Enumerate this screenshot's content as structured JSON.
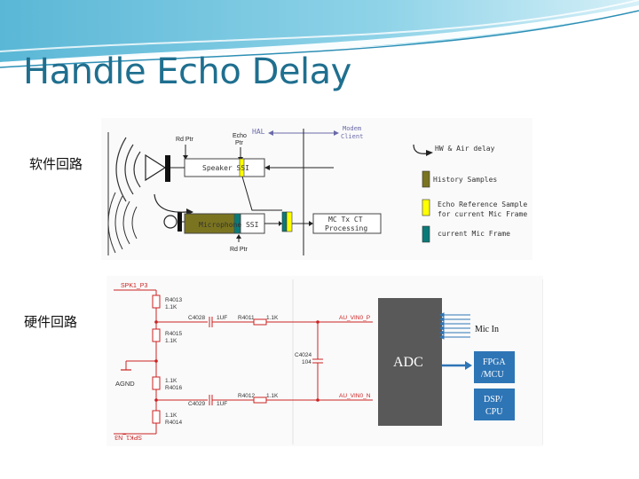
{
  "slide": {
    "title": "Handle Echo Delay",
    "software_label": "软件回路",
    "hardware_label": "硬件回路"
  },
  "software_diagram": {
    "rd_ptr_top": "Rd Ptr",
    "echo_ptr_line1": "Echo",
    "echo_ptr_line2": "Ptr",
    "hal": "HAL",
    "modem_line1": "Modem",
    "modem_line2": "Client",
    "speaker_ssi": "Speaker SSI",
    "microphone_ssi": "Microphone SSI",
    "mc_line1": "MC Tx CT",
    "mc_line2": "Processing",
    "rd_ptr_bottom": "Rd Ptr",
    "legend": {
      "hw_air_delay": "HW & Air delay",
      "history_samples": "History Samples",
      "echo_ref_line1": "Echo Reference Sample",
      "echo_ref_line2": "for current Mic Frame",
      "current_mic_frame": "current Mic Frame"
    },
    "colors": {
      "history": "#7a7420",
      "echo_ref": "#ffff00",
      "current_mic": "#0a7a78"
    }
  },
  "hardware_diagram": {
    "spk_top": "SPK1_P3",
    "spk_bottom": "SPK1_N3",
    "r4013": "R4013",
    "r4013_val": "1.1K",
    "r4015": "R4015",
    "r4015_val": "1.1K",
    "r4016_val": "1.1K",
    "r4016": "R4016",
    "r4014_val": "1.1K",
    "r4014": "R4014",
    "agnd": "AGND",
    "c4028": "C4028",
    "c4028_val": "1UF",
    "r4011": "R4011",
    "r4011_val": "1.1K",
    "c4029": "C4029",
    "c4029_val": "1UF",
    "r4012": "R4012",
    "r4012_val": "1.1K",
    "au_vin0_p": "AU_VIN0_P",
    "au_vin0_n": "AU_VIN0_N",
    "c4024": "C4024",
    "c4024_val": "104",
    "adc": "ADC",
    "mic_in": "Mic In",
    "fpga_line1": "FPGA",
    "fpga_line2": "/MCU",
    "dsp_line1": "DSP/",
    "dsp_line2": "CPU",
    "colors": {
      "wire": "#cc2222",
      "adc": "#595959",
      "block": "#2e75b6"
    }
  }
}
